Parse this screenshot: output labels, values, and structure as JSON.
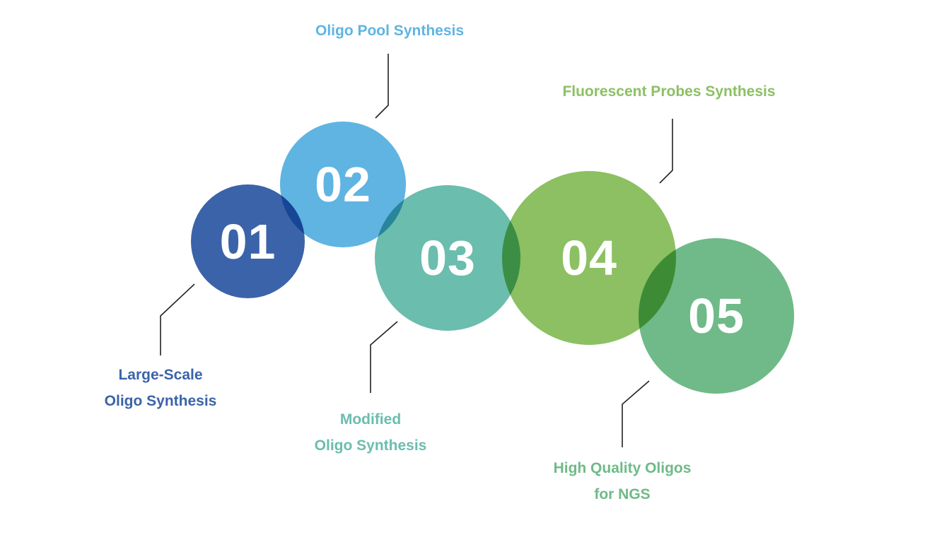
{
  "colors": {
    "step1": "#3b63a9",
    "step2": "#5fb4e2",
    "step3": "#6bbdae",
    "step4": "#8cc063",
    "step5": "#6fba88",
    "connector": "#222222"
  },
  "steps": [
    {
      "number": "01",
      "label_line1": "Large-Scale",
      "label_line2": "Oligo Synthesis"
    },
    {
      "number": "02",
      "label_line1": "Oligo Pool Synthesis"
    },
    {
      "number": "03",
      "label_line1": "Modified",
      "label_line2": "Oligo Synthesis"
    },
    {
      "number": "04",
      "label_line1": "Fluorescent Probes Synthesis"
    },
    {
      "number": "05",
      "label_line1": "High Quality Oligos",
      "label_line2": "for NGS"
    }
  ]
}
